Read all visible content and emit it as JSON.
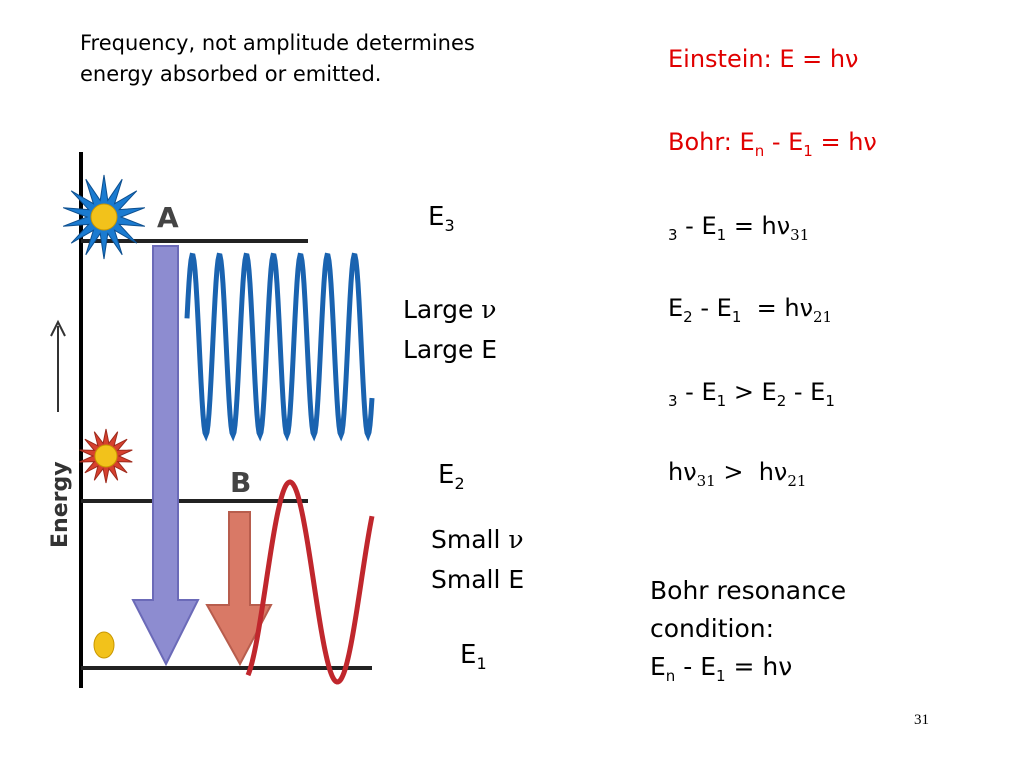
{
  "intro_text": "Frequency, not amplitude determines energy absorbed or emitted.",
  "diagram": {
    "axis_label": "Energy",
    "transition_a": "A",
    "transition_b": "B"
  },
  "levels": {
    "e3": {
      "base": "E",
      "sub": "3"
    },
    "e2": {
      "base": "E",
      "sub": "2"
    },
    "e1": {
      "base": "E",
      "sub": "1"
    }
  },
  "large": {
    "line1_prefix": "Large ",
    "nu": "ν",
    "line2": "Large E"
  },
  "small": {
    "line1_prefix": "Small ",
    "nu": "ν",
    "line2": "Small E"
  },
  "equations": {
    "einstein": "Einstein: E = hν",
    "bohr": {
      "prefix": "Bohr: E",
      "n": "n",
      "mid": " -  E",
      "one": "1",
      "suffix": " = hν"
    },
    "eq3": {
      "glyph": "",
      "s3": "3",
      "mid": " - E",
      "s1": "1",
      "rhs": " = hν",
      "rsub": "31"
    },
    "eq4": {
      "a": "E",
      "s2": "2",
      "mid": " - E",
      "s1": "1",
      "rhs": "  = hν",
      "rsub": "21"
    },
    "eq5": {
      "glyph": "",
      "s3": "3",
      "m1": " - E",
      "s1": "1",
      "m2": " > E",
      "s2": "2",
      "m3": " - E",
      "s1b": "1"
    },
    "eq6": {
      "h1": "hν",
      "sub1": "31",
      "gt": " > ",
      "h2": " hν",
      "sub2": "21"
    }
  },
  "resonance": {
    "line1": "Bohr resonance",
    "line2": "condition:",
    "l3_prefix": "E",
    "l3_n": "n",
    "l3_mid": " - E",
    "l3_one": "1",
    "l3_suffix": " = hν"
  },
  "page_number": "31",
  "colors": {
    "equation_red": "#e00000",
    "wave_blue": "#1a63b0",
    "wave_red": "#c0272d",
    "arrow_purple": "#8d8cd0",
    "arrow_salmon": "#d97966"
  }
}
